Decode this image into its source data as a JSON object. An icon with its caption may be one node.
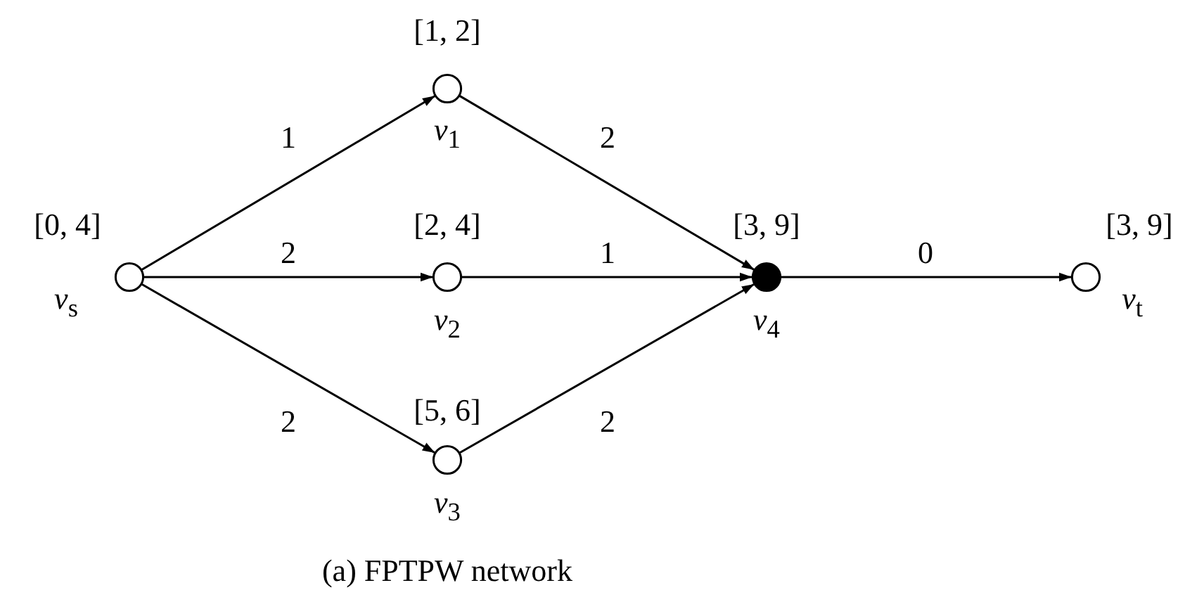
{
  "diagram": {
    "caption": "(a) FPTPW network",
    "nodes": [
      {
        "text": [],
        "shape": "circle",
        "beside": [
          "[0, 4]",
          "*v*$_{s}$"
        ]
      },
      {
        "text": [],
        "shape": "circle",
        "beside": [
          "[1, 2]",
          "*v*$_{1}$"
        ]
      },
      {
        "text": [],
        "shape": "circle",
        "beside": [
          "[2, 4]",
          "*v*$_{2}$"
        ]
      },
      {
        "text": [],
        "shape": "circle",
        "beside": [
          "[5, 6]",
          "*v*$_{3}$"
        ]
      },
      {
        "text": [],
        "shape": "dot",
        "beside": [
          "[3, 9]",
          "*v*$_{4}$"
        ]
      },
      {
        "text": [],
        "shape": "circle",
        "beside": [
          "[3, 9]",
          "*v*$_{t}$"
        ]
      }
    ],
    "edges": [
      {
        "from": 0,
        "to": 1,
        "arrow": "to",
        "label": "1"
      },
      {
        "from": 0,
        "to": 2,
        "arrow": "to",
        "label": "2"
      },
      {
        "from": 0,
        "to": 3,
        "arrow": "to",
        "label": "2"
      },
      {
        "from": 1,
        "to": 4,
        "arrow": "to",
        "label": "2"
      },
      {
        "from": 2,
        "to": 4,
        "arrow": "to",
        "label": "1"
      },
      {
        "from": 3,
        "to": 4,
        "arrow": "to",
        "label": "2"
      },
      {
        "from": 4,
        "to": 5,
        "arrow": "to",
        "label": "0"
      }
    ]
  }
}
